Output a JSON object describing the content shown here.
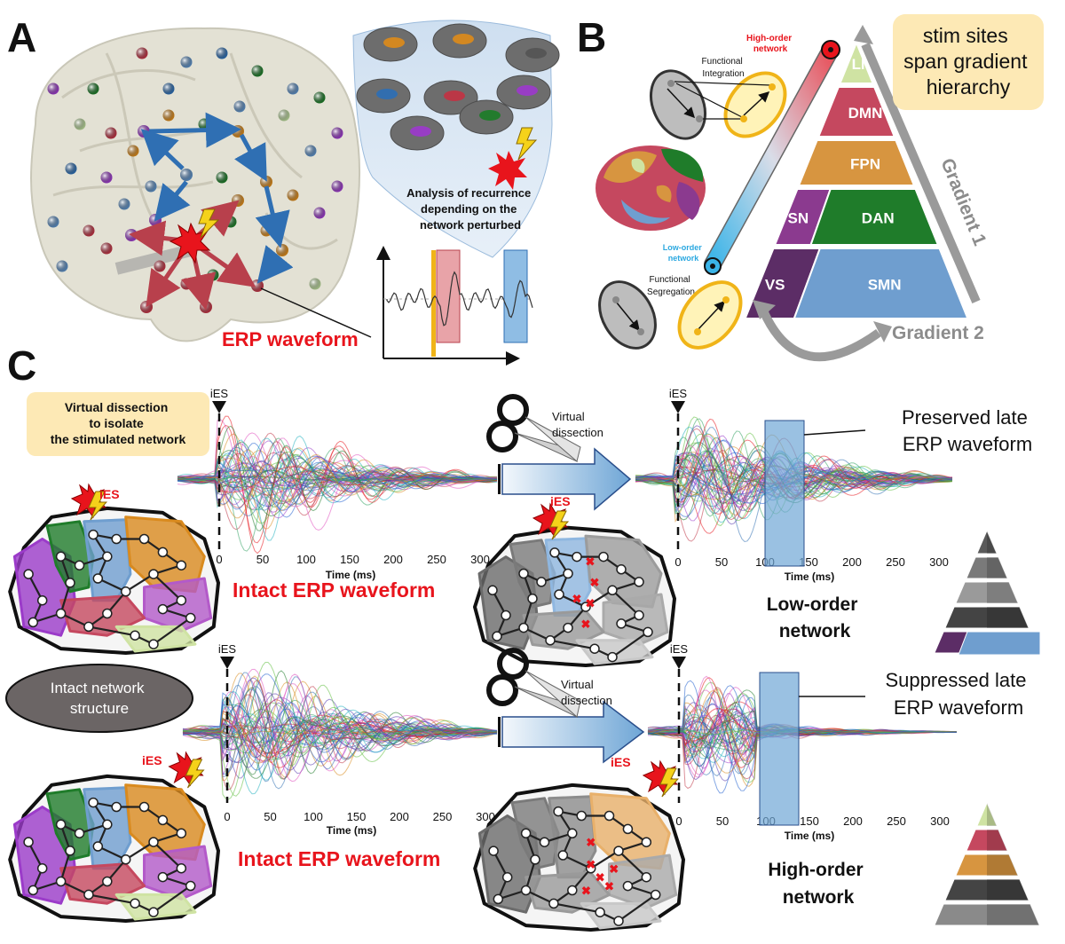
{
  "panels": {
    "a": "A",
    "b": "B",
    "c": "C"
  },
  "panel_a": {
    "analysis_text": [
      "Analysis of recurrence",
      "depending on the",
      "network perturbed"
    ],
    "erp_label": "ERP waveform"
  },
  "panel_b": {
    "high_order_label": [
      "High-order",
      "network"
    ],
    "low_order_label": [
      "Low-order",
      "network"
    ],
    "integration_label": [
      "Functional",
      "Integration"
    ],
    "segregation_label": [
      "Functional",
      "Segregation"
    ],
    "gradient1": "Gradient 1",
    "gradient2": "Gradient 2",
    "note": [
      "stim sites",
      "span gradient",
      "hierarchy"
    ],
    "pyramid": [
      {
        "name": "LN",
        "color": "#cfe3a3"
      },
      {
        "name": "DMN",
        "color": "#c5485f"
      },
      {
        "name": "FPN",
        "color": "#d79540"
      },
      {
        "name": "SN",
        "color": "#8b3a8f"
      },
      {
        "name": "DAN",
        "color": "#1f7c2a"
      },
      {
        "name": "VS",
        "color": "#5c2d66"
      },
      {
        "name": "SMN",
        "color": "#6f9ecf"
      }
    ]
  },
  "panel_c": {
    "dissection_note": [
      "Virtual dissection",
      "to isolate",
      "the stimulated network"
    ],
    "intact_structure": [
      "Intact network",
      "structure"
    ],
    "ies": "iES",
    "virtual_dissection": [
      "Virtual",
      "dissection"
    ],
    "intact_erp": "Intact ERP waveform",
    "time_label": "Time (ms)",
    "ticks": [
      "0",
      "50",
      "100",
      "150",
      "200",
      "250",
      "300"
    ],
    "preserved": [
      "Preserved late",
      "ERP waveform"
    ],
    "suppressed": [
      "Suppressed late",
      "ERP waveform"
    ],
    "low_order_net": [
      "Low-order",
      "network"
    ],
    "high_order_net": [
      "High-order",
      "network"
    ]
  },
  "colors": {
    "accent_red": "#e8141c",
    "note_bg": "#fde9b5",
    "window_blue": "#6fa6d6"
  }
}
